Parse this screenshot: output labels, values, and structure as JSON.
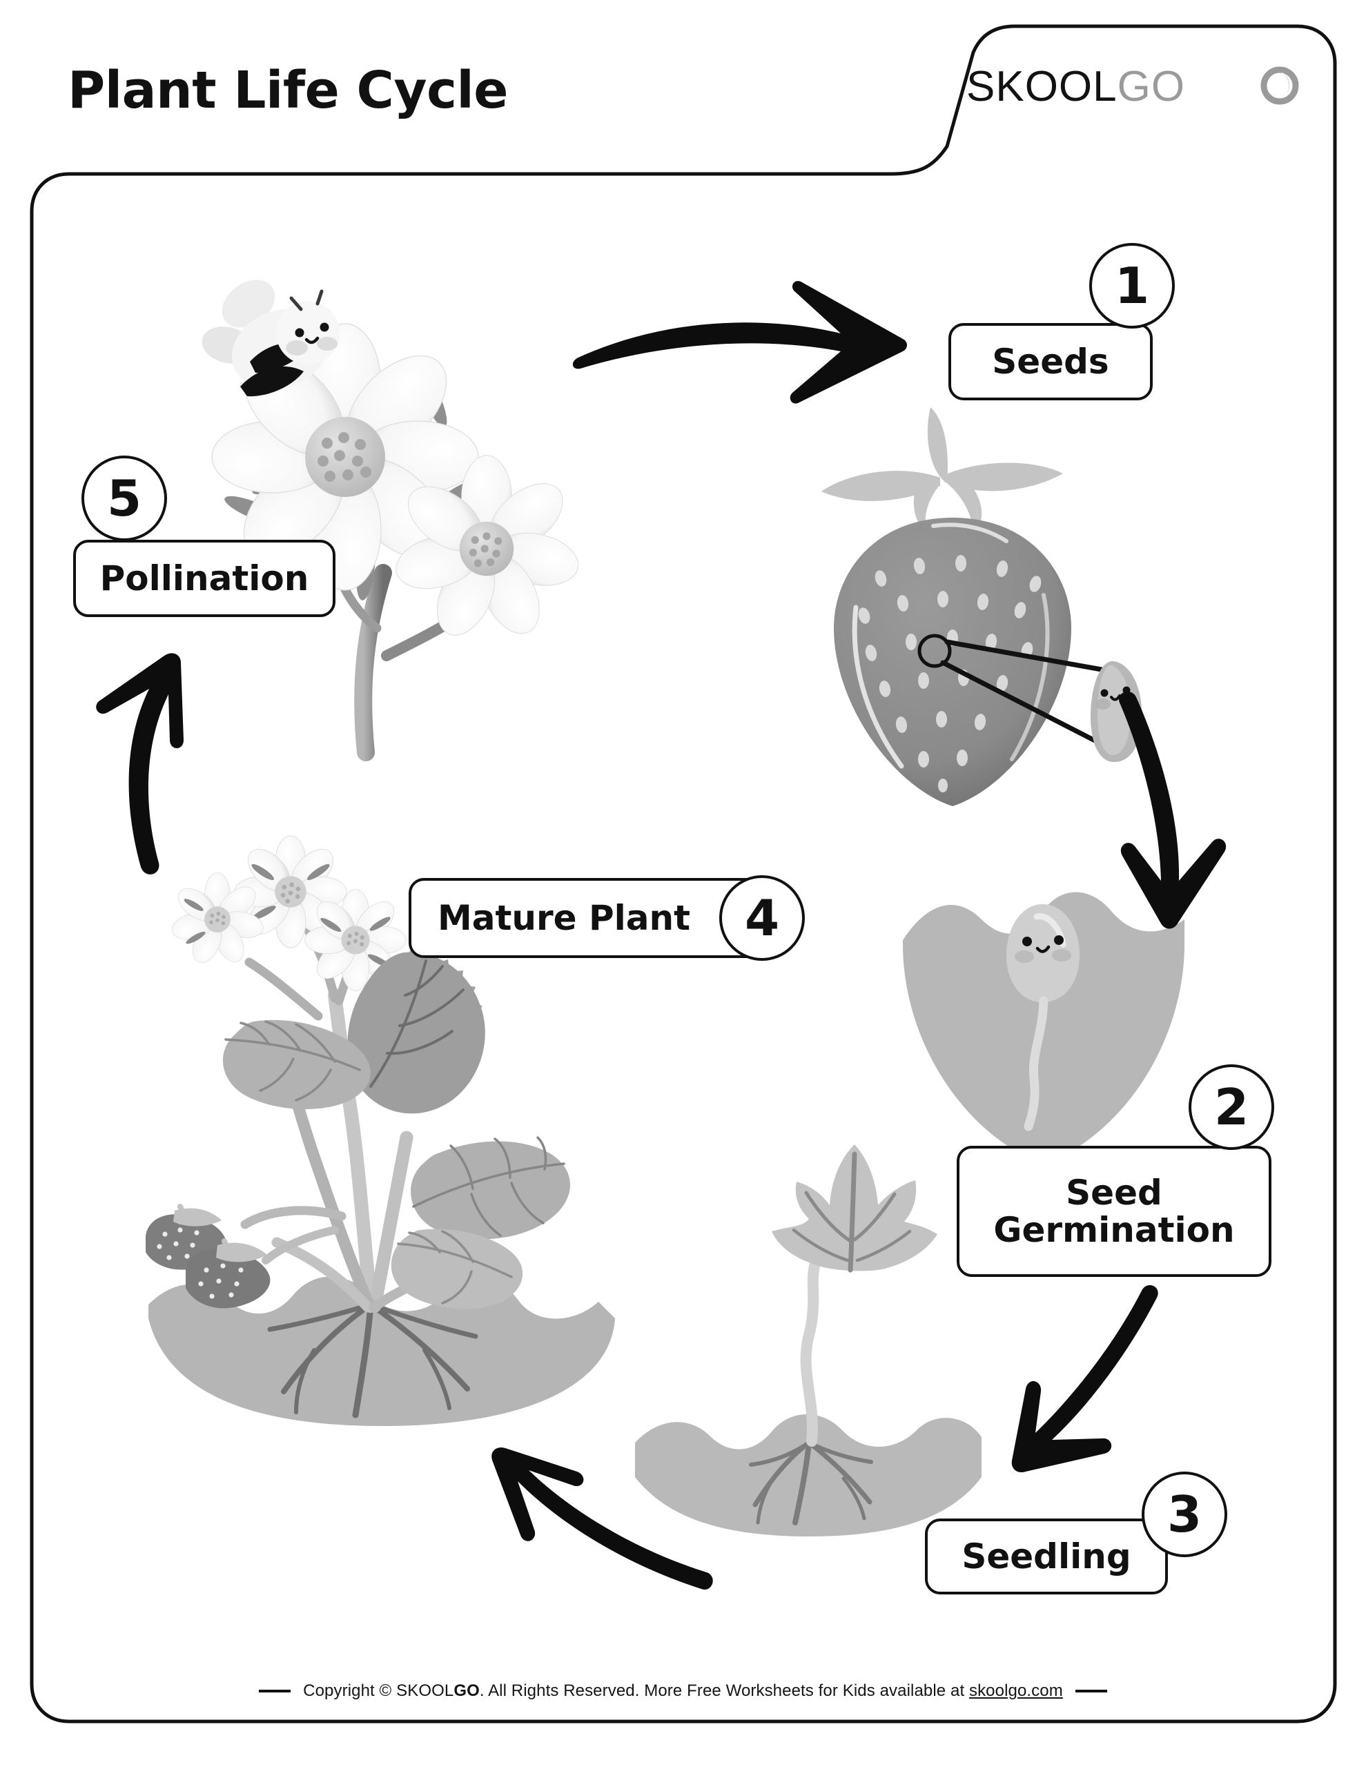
{
  "page": {
    "title": "Plant Life Cycle",
    "background_color": "#ffffff",
    "ink_color": "#111111",
    "accent_gray": "#9a9a9a"
  },
  "logo": {
    "part_dark": "SKOOL",
    "part_light": "GO",
    "mark": "go-circle-icon"
  },
  "stages": [
    {
      "number": "1",
      "label": "Seeds",
      "illustration": "strawberry-with-magnified-seed"
    },
    {
      "number": "2",
      "label_line1": "Seed",
      "label_line2": "Germination",
      "label": "Seed Germination",
      "illustration": "germinating-seed-in-soil"
    },
    {
      "number": "3",
      "label": "Seedling",
      "illustration": "seedling-with-leaf-and-roots"
    },
    {
      "number": "4",
      "label": "Mature Plant",
      "illustration": "mature-strawberry-plant"
    },
    {
      "number": "5",
      "label": "Pollination",
      "illustration": "daisy-flowers-with-bee"
    }
  ],
  "arrows": [
    {
      "name": "arrow-pollination-to-seeds",
      "direction": "right"
    },
    {
      "name": "arrow-seeds-to-germination",
      "direction": "down"
    },
    {
      "name": "arrow-germination-to-seedling",
      "direction": "down-left"
    },
    {
      "name": "arrow-seedling-to-mature-plant",
      "direction": "up-left"
    },
    {
      "name": "arrow-mature-plant-to-pollination",
      "direction": "up"
    }
  ],
  "footer": {
    "before_brand": "Copyright © SKOOL",
    "brand_bold": "GO",
    "after_brand": ". All Rights Reserved. More Free Worksheets for Kids available at ",
    "link": "skoolgo.com",
    "full": "Copyright © SKOOLGO. All Rights Reserved. More Free Worksheets for Kids available at skoolgo.com"
  }
}
